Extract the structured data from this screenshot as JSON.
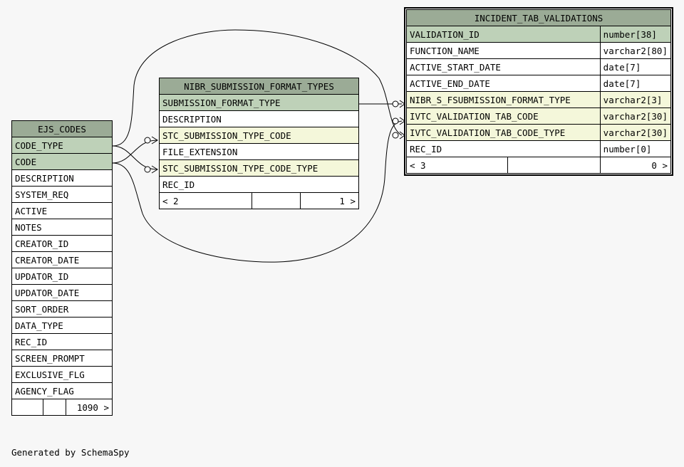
{
  "diagram": {
    "tables": {
      "ejs_codes": {
        "name": "EJS_CODES",
        "columns": [
          {
            "name": "CODE_TYPE",
            "role": "pk"
          },
          {
            "name": "CODE",
            "role": "pk"
          },
          {
            "name": "DESCRIPTION",
            "role": "plain"
          },
          {
            "name": "SYSTEM_REQ",
            "role": "plain"
          },
          {
            "name": "ACTIVE",
            "role": "plain"
          },
          {
            "name": "NOTES",
            "role": "plain"
          },
          {
            "name": "CREATOR_ID",
            "role": "plain"
          },
          {
            "name": "CREATOR_DATE",
            "role": "plain"
          },
          {
            "name": "UPDATOR_ID",
            "role": "plain"
          },
          {
            "name": "UPDATOR_DATE",
            "role": "plain"
          },
          {
            "name": "SORT_ORDER",
            "role": "plain"
          },
          {
            "name": "DATA_TYPE",
            "role": "plain"
          },
          {
            "name": "REC_ID",
            "role": "plain"
          },
          {
            "name": "SCREEN_PROMPT",
            "role": "plain"
          },
          {
            "name": "EXCLUSIVE_FLG",
            "role": "plain"
          },
          {
            "name": "AGENCY_FLAG",
            "role": "plain"
          }
        ],
        "footer": {
          "parents": "",
          "middle": "",
          "children": "1090 >"
        }
      },
      "nibr_submission_format_types": {
        "name": "NIBR_SUBMISSION_FORMAT_TYPES",
        "columns": [
          {
            "name": "SUBMISSION_FORMAT_TYPE",
            "role": "pk"
          },
          {
            "name": "DESCRIPTION",
            "role": "plain"
          },
          {
            "name": "STC_SUBMISSION_TYPE_CODE",
            "role": "fk"
          },
          {
            "name": "FILE_EXTENSION",
            "role": "plain"
          },
          {
            "name": "STC_SUBMISSION_TYPE_CODE_TYPE",
            "role": "fk"
          },
          {
            "name": "REC_ID",
            "role": "plain"
          }
        ],
        "footer": {
          "parents": "< 2",
          "middle": "",
          "children": "1 >"
        }
      },
      "incident_tab_validations": {
        "name": "INCIDENT_TAB_VALIDATIONS",
        "columns": [
          {
            "name": "VALIDATION_ID",
            "type": "number[38]",
            "role": "pk"
          },
          {
            "name": "FUNCTION_NAME",
            "type": "varchar2[80]",
            "role": "plain"
          },
          {
            "name": "ACTIVE_START_DATE",
            "type": "date[7]",
            "role": "plain"
          },
          {
            "name": "ACTIVE_END_DATE",
            "type": "date[7]",
            "role": "plain"
          },
          {
            "name": "NIBR_S_FSUBMISSION_FORMAT_TYPE",
            "type": "varchar2[3]",
            "role": "fk"
          },
          {
            "name": "IVTC_VALIDATION_TAB_CODE",
            "type": "varchar2[30]",
            "role": "fk"
          },
          {
            "name": "IVTC_VALIDATION_TAB_CODE_TYPE",
            "type": "varchar2[30]",
            "role": "fk"
          },
          {
            "name": "REC_ID",
            "type": "number[0]",
            "role": "plain"
          }
        ],
        "footer": {
          "parents": "< 3",
          "middle": "",
          "children": "0 >"
        }
      }
    },
    "colors": {
      "header": "#9bab96",
      "primary_key": "#bed1b8",
      "foreign_key": "#f4f7da",
      "plain": "#ffffff",
      "background": "#f7f7f7"
    }
  },
  "footer_text": "Generated by SchemaSpy"
}
